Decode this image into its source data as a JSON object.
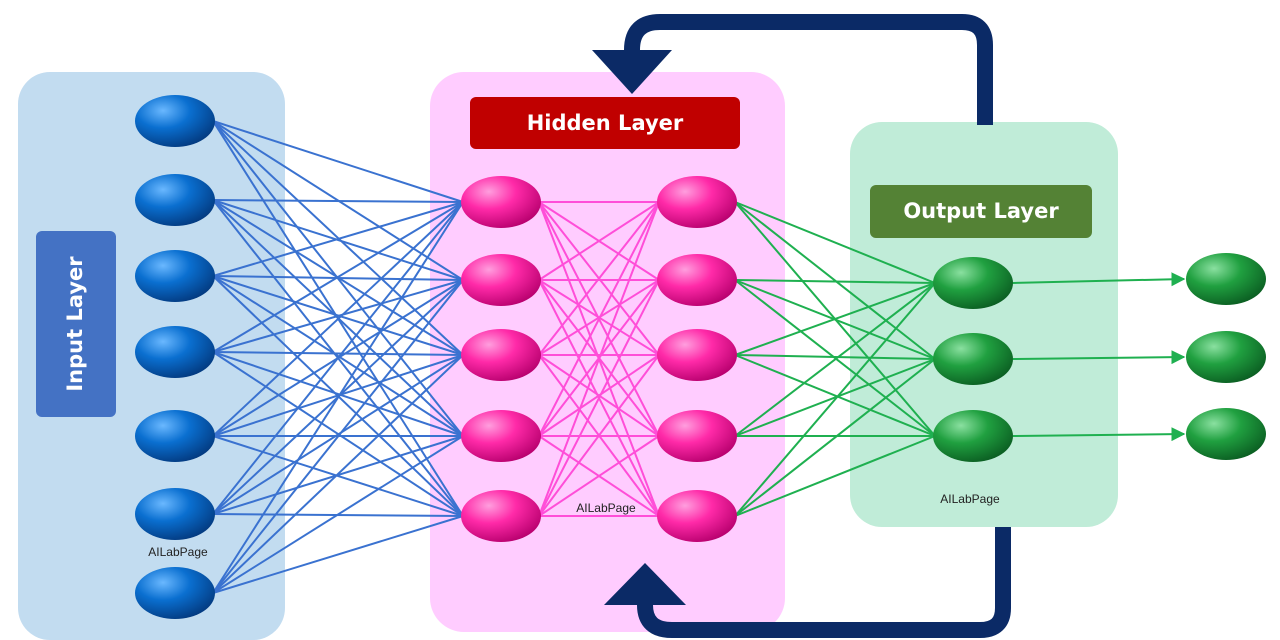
{
  "layers": {
    "input": {
      "label": "Input Layer",
      "node_count": 7,
      "color": "#0a6fd0",
      "edge_color": "#3a72d0",
      "panel_color": "#c2dcf0",
      "label_bg": "#4472c4"
    },
    "hidden": {
      "label": "Hidden Layer",
      "columns": 2,
      "nodes_per_column": 5,
      "color": "#ff2aa8",
      "edge_color": "#ff4ed8",
      "panel_color": "#ffccff",
      "label_bg": "#c00000"
    },
    "output": {
      "label": "Output Layer",
      "node_count": 3,
      "color": "#20a040",
      "edge_color": "#1fb050",
      "panel_color": "#c0ecd8",
      "label_bg": "#548235"
    }
  },
  "final_nodes": {
    "count": 3,
    "color": "#20a040"
  },
  "feedback_arrow_color": "#0b2a66",
  "watermarks": [
    "AILabPage",
    "AILabPage",
    "AILabPage"
  ]
}
